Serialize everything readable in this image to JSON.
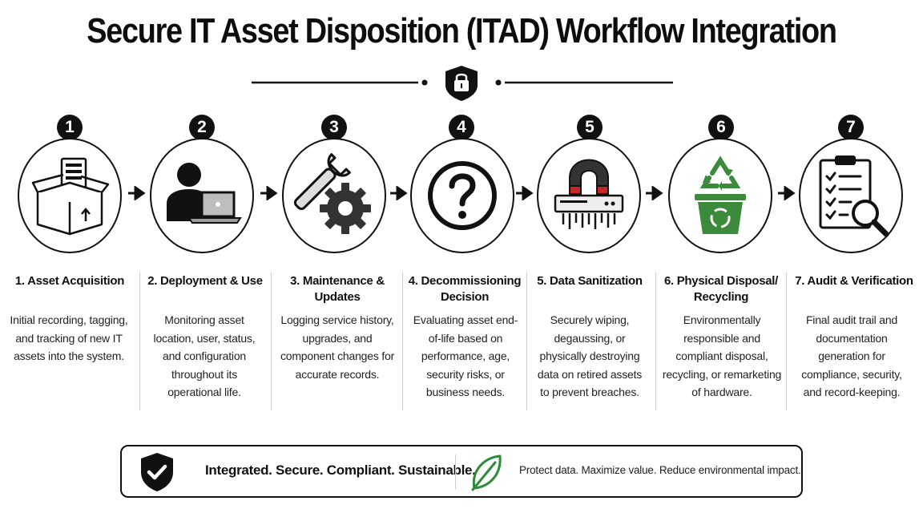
{
  "title": "Secure IT Asset Disposition (ITAD) Workflow Integration",
  "header_icon": "padlock-shield-icon",
  "steps": [
    {
      "number": "1",
      "title": "1. Asset Acquisition",
      "description": "Initial recording, tagging, and tracking of new IT assets into the system.",
      "icon": "server-box-icon"
    },
    {
      "number": "2",
      "title": "2. Deployment & Use",
      "description": "Monitoring asset location, user, status, and configuration throughout its operational life.",
      "icon": "user-laptop-icon"
    },
    {
      "number": "3",
      "title": "3. Maintenance & Updates",
      "description": "Logging service history, upgrades, and component changes for accurate records.",
      "icon": "wrench-gear-icon"
    },
    {
      "number": "4",
      "title": "4. Decommissioning Decision",
      "description": "Evaluating asset end-of-life based on performance, age, security risks, or business needs.",
      "icon": "question-mark-icon"
    },
    {
      "number": "5",
      "title": "5. Data Sanitization",
      "description": "Securely wiping, degaussing, or physically destroying data on retired assets to prevent breaches.",
      "icon": "magnet-shredder-icon"
    },
    {
      "number": "6",
      "title": "6. Physical Disposal/ Recycling",
      "description": "Environmentally responsible and compliant disposal, recycling, or remarketing of hardware.",
      "icon": "recycle-bin-icon"
    },
    {
      "number": "7",
      "title": "7. Audit & Verification",
      "description": "Final audit trail and documentation generation for compliance, security, and record-keeping.",
      "icon": "clipboard-magnifier-icon"
    }
  ],
  "footer": {
    "tagline": "Integrated. Secure. Compliant. Sustainable.",
    "subline": "Protect data. Maximize value. Reduce environmental impact.",
    "left_icon": "shield-check-icon",
    "right_icon": "leaf-icon"
  },
  "colors": {
    "ink": "#111111",
    "recycle_green": "#3c8a3c",
    "leaf_green": "#2f8a3a"
  }
}
